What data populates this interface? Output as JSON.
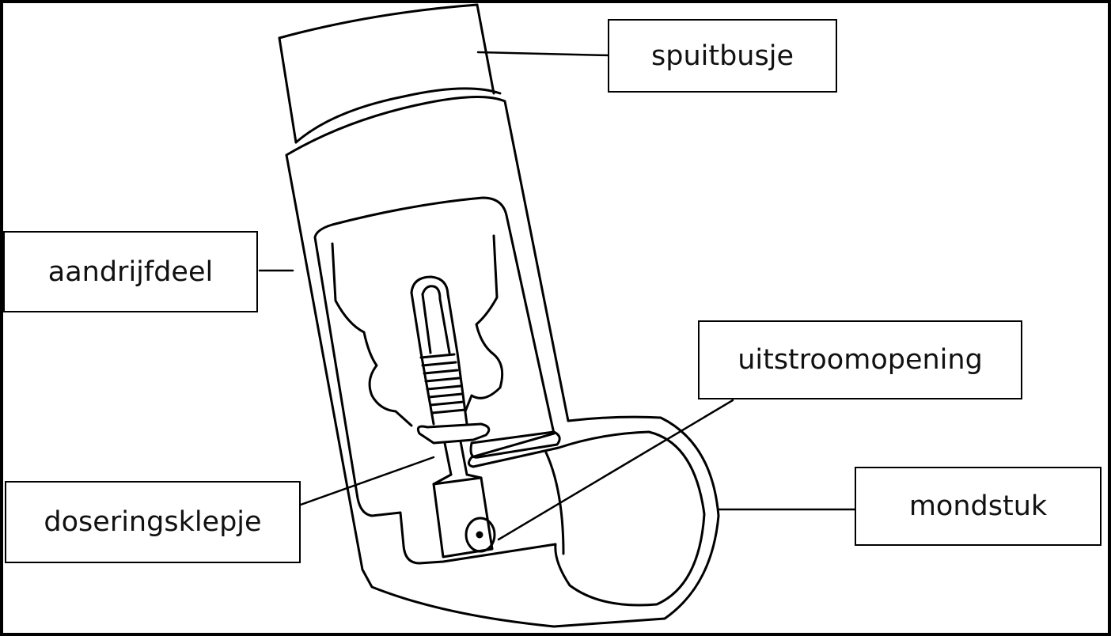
{
  "diagram": {
    "labels": {
      "spuitbusje": "spuitbusje",
      "aandrijfdeel": "aandrijfdeel",
      "uitstroomopening": "uitstroomopening",
      "doseringsklepje": "doseringsklepje",
      "mondstuk": "mondstuk"
    },
    "colors": {
      "line": "#000000",
      "background": "#ffffff"
    }
  }
}
